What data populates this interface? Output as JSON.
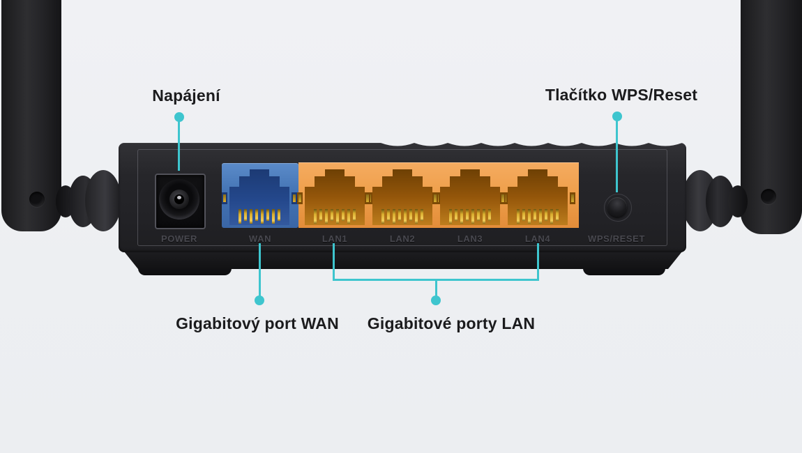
{
  "callouts": {
    "power": {
      "label": "Napájení"
    },
    "wps": {
      "label": "Tlačítko WPS/Reset"
    },
    "wan": {
      "label": "Gigabitový port WAN"
    },
    "lan": {
      "label": "Gigabitové porty LAN"
    }
  },
  "ports": {
    "power_label": "POWER",
    "wan_label": "WAN",
    "lan_labels": [
      "LAN1",
      "LAN2",
      "LAN3",
      "LAN4"
    ],
    "wps_label": "WPS/RESET"
  },
  "colors": {
    "background": "#eef0f3",
    "callout_teal": "#3ec5ce",
    "router_body": "#232327",
    "wan_port_blue": "#4474b4",
    "lan_port_orange": "#efa04c",
    "label_text": "#1b1b1d",
    "engraved_text": "#48484f"
  }
}
